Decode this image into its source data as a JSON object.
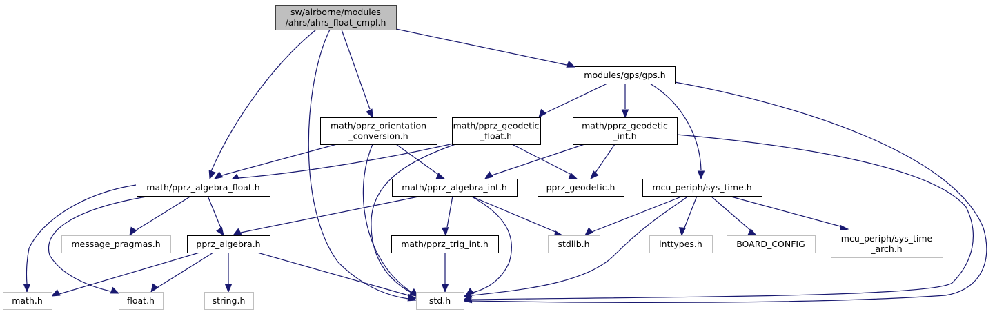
{
  "diagram": {
    "type": "include-dependency-graph",
    "colors": {
      "edge": "#191970",
      "root_fill": "#bfbfbf",
      "root_border": "#404040",
      "documented_border": "#000000",
      "external_border": "#bfbfbf",
      "background": "#ffffff"
    },
    "nodes": [
      {
        "id": "ahrs",
        "lines": [
          "sw/airborne/modules",
          "/ahrs/ahrs_float_cmpl.h"
        ],
        "kind": "root"
      },
      {
        "id": "gps",
        "lines": [
          "modules/gps/gps.h"
        ],
        "kind": "documented"
      },
      {
        "id": "orient",
        "lines": [
          "math/pprz_orientation",
          "_conversion.h"
        ],
        "kind": "documented"
      },
      {
        "id": "geofloat",
        "lines": [
          "math/pprz_geodetic",
          "_float.h"
        ],
        "kind": "documented"
      },
      {
        "id": "geoint",
        "lines": [
          "math/pprz_geodetic",
          "_int.h"
        ],
        "kind": "documented"
      },
      {
        "id": "algfloat",
        "lines": [
          "math/pprz_algebra_float.h"
        ],
        "kind": "documented"
      },
      {
        "id": "algint",
        "lines": [
          "math/pprz_algebra_int.h"
        ],
        "kind": "documented"
      },
      {
        "id": "geodetic",
        "lines": [
          "pprz_geodetic.h"
        ],
        "kind": "documented"
      },
      {
        "id": "systime",
        "lines": [
          "mcu_periph/sys_time.h"
        ],
        "kind": "documented"
      },
      {
        "id": "msgprag",
        "lines": [
          "message_pragmas.h"
        ],
        "kind": "external"
      },
      {
        "id": "alg",
        "lines": [
          "pprz_algebra.h"
        ],
        "kind": "documented"
      },
      {
        "id": "trig",
        "lines": [
          "math/pprz_trig_int.h"
        ],
        "kind": "documented"
      },
      {
        "id": "stdlib",
        "lines": [
          "stdlib.h"
        ],
        "kind": "external"
      },
      {
        "id": "inttypes",
        "lines": [
          "inttypes.h"
        ],
        "kind": "external"
      },
      {
        "id": "board",
        "lines": [
          "BOARD_CONFIG"
        ],
        "kind": "external"
      },
      {
        "id": "systimearch",
        "lines": [
          "mcu_periph/sys_time",
          "_arch.h"
        ],
        "kind": "external"
      },
      {
        "id": "math",
        "lines": [
          "math.h"
        ],
        "kind": "external"
      },
      {
        "id": "float",
        "lines": [
          "float.h"
        ],
        "kind": "external"
      },
      {
        "id": "string",
        "lines": [
          "string.h"
        ],
        "kind": "external"
      },
      {
        "id": "std",
        "lines": [
          "std.h"
        ],
        "kind": "external"
      }
    ],
    "edges": [
      {
        "from": "ahrs",
        "to": "algfloat"
      },
      {
        "from": "ahrs",
        "to": "std"
      },
      {
        "from": "ahrs",
        "to": "orient"
      },
      {
        "from": "ahrs",
        "to": "gps"
      },
      {
        "from": "gps",
        "to": "geofloat"
      },
      {
        "from": "gps",
        "to": "geoint"
      },
      {
        "from": "gps",
        "to": "systime"
      },
      {
        "from": "gps",
        "to": "std"
      },
      {
        "from": "orient",
        "to": "algfloat"
      },
      {
        "from": "orient",
        "to": "std"
      },
      {
        "from": "orient",
        "to": "algint"
      },
      {
        "from": "geofloat",
        "to": "algfloat"
      },
      {
        "from": "geofloat",
        "to": "std"
      },
      {
        "from": "geofloat",
        "to": "geodetic"
      },
      {
        "from": "geoint",
        "to": "algint"
      },
      {
        "from": "geoint",
        "to": "geodetic"
      },
      {
        "from": "geoint",
        "to": "std"
      },
      {
        "from": "algfloat",
        "to": "math"
      },
      {
        "from": "algfloat",
        "to": "float"
      },
      {
        "from": "algfloat",
        "to": "msgprag"
      },
      {
        "from": "algfloat",
        "to": "alg"
      },
      {
        "from": "algint",
        "to": "alg"
      },
      {
        "from": "algint",
        "to": "trig"
      },
      {
        "from": "algint",
        "to": "stdlib"
      },
      {
        "from": "algint",
        "to": "std"
      },
      {
        "from": "systime",
        "to": "stdlib"
      },
      {
        "from": "systime",
        "to": "std"
      },
      {
        "from": "systime",
        "to": "inttypes"
      },
      {
        "from": "systime",
        "to": "board"
      },
      {
        "from": "systime",
        "to": "systimearch"
      },
      {
        "from": "alg",
        "to": "math"
      },
      {
        "from": "alg",
        "to": "float"
      },
      {
        "from": "alg",
        "to": "string"
      },
      {
        "from": "alg",
        "to": "std"
      },
      {
        "from": "trig",
        "to": "std"
      }
    ]
  }
}
